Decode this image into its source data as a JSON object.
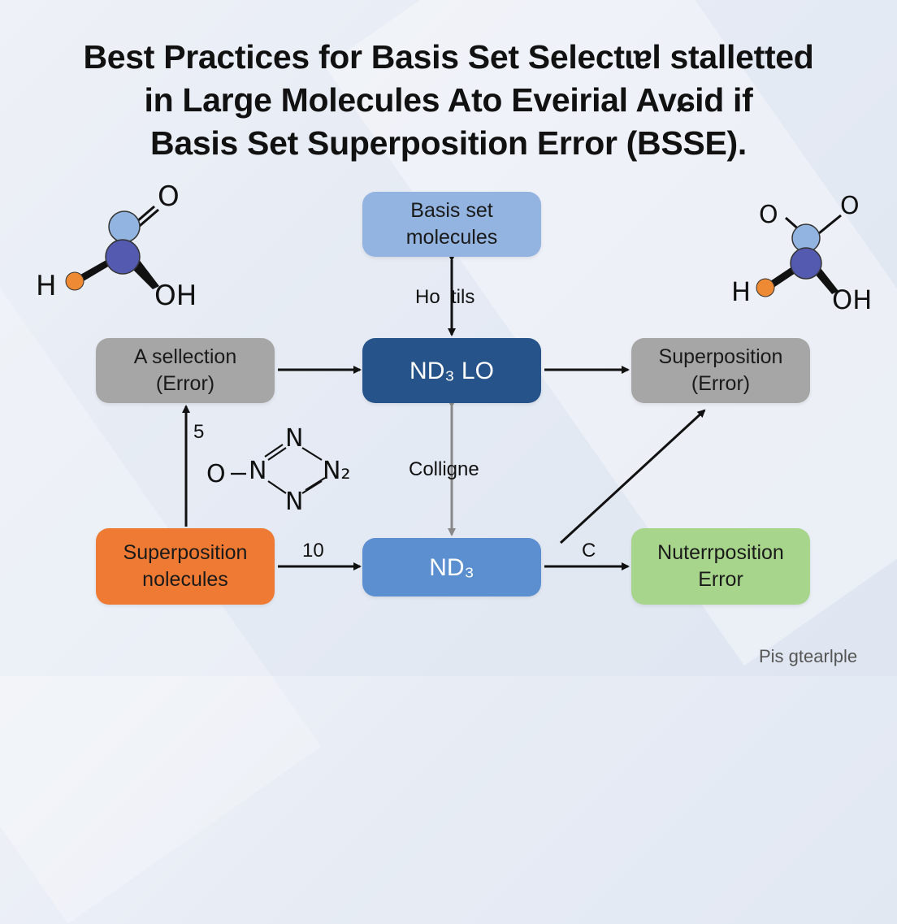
{
  "title": {
    "line1": "Best Practices for Basis Set Selectɩɐl stalletted",
    "line2": "in Large Molecules Ato Eveirial Avɕid if",
    "line3": "Basis Set Superposition Error (BSSE)."
  },
  "nodes": {
    "top": {
      "line1": "Basis set",
      "line2": "molecules",
      "color": "#93b4e0"
    },
    "center": {
      "text": "ND₃ LO",
      "color": "#26538a"
    },
    "left_mid": {
      "line1": "A sellection",
      "line2": "(Error)",
      "color": "#a6a6a6"
    },
    "right_mid": {
      "line1": "Superposition",
      "line2": "(Error)",
      "color": "#a6a6a6"
    },
    "bottom_left": {
      "line1": "Superposition",
      "line2": "nolecules",
      "color": "#ee7a33"
    },
    "bottom_center": {
      "text": "ND₃",
      "color": "#5b8fd0"
    },
    "bottom_right": {
      "line1": "Nuterrposition",
      "line2": "Error",
      "color": "#a6d58b"
    }
  },
  "edge_labels": {
    "top_center": "Ho  tils",
    "center_bottom": "Colligne",
    "left_vertical": "5",
    "bottom_left_center": "10",
    "bottom_center_right": "C"
  },
  "molecules": {
    "left": {
      "h": "H",
      "oh": "OH",
      "o": "O"
    },
    "right": {
      "h": "H",
      "oh": "OH",
      "o1": "O",
      "o2": "O"
    },
    "ring": {
      "o": "O",
      "n_left": "N",
      "n_top": "N",
      "n_bottom": "N",
      "n2": "N₂"
    }
  },
  "watermark": "Pis gtearlple"
}
